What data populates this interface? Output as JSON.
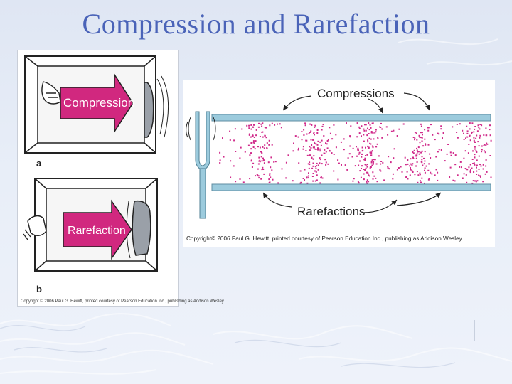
{
  "slide": {
    "title": "Compression and Rarefaction"
  },
  "figure_left": {
    "panel_a": {
      "letter": "a",
      "arrow_label": "Compression"
    },
    "panel_b": {
      "letter": "b",
      "arrow_label": "Rarefaction"
    },
    "credit": "Copyright © 2006 Paul G. Hewitt, printed courtesy of Pearson Education Inc., publishing as Addison Wesley."
  },
  "figure_right": {
    "label_top": "Compressions",
    "label_bottom": "Rarefactions",
    "credit": "Copyright© 2006 Paul G. Hewitt, printed courtesy of Pearson Education Inc., publishing as Addison Wesley."
  },
  "colors": {
    "title": "#4a63b8",
    "arrow_fill": "#d1287f",
    "particle": "#d02a8a",
    "tube_edge": "#8fc3d6",
    "background": "#dfe6f3"
  }
}
